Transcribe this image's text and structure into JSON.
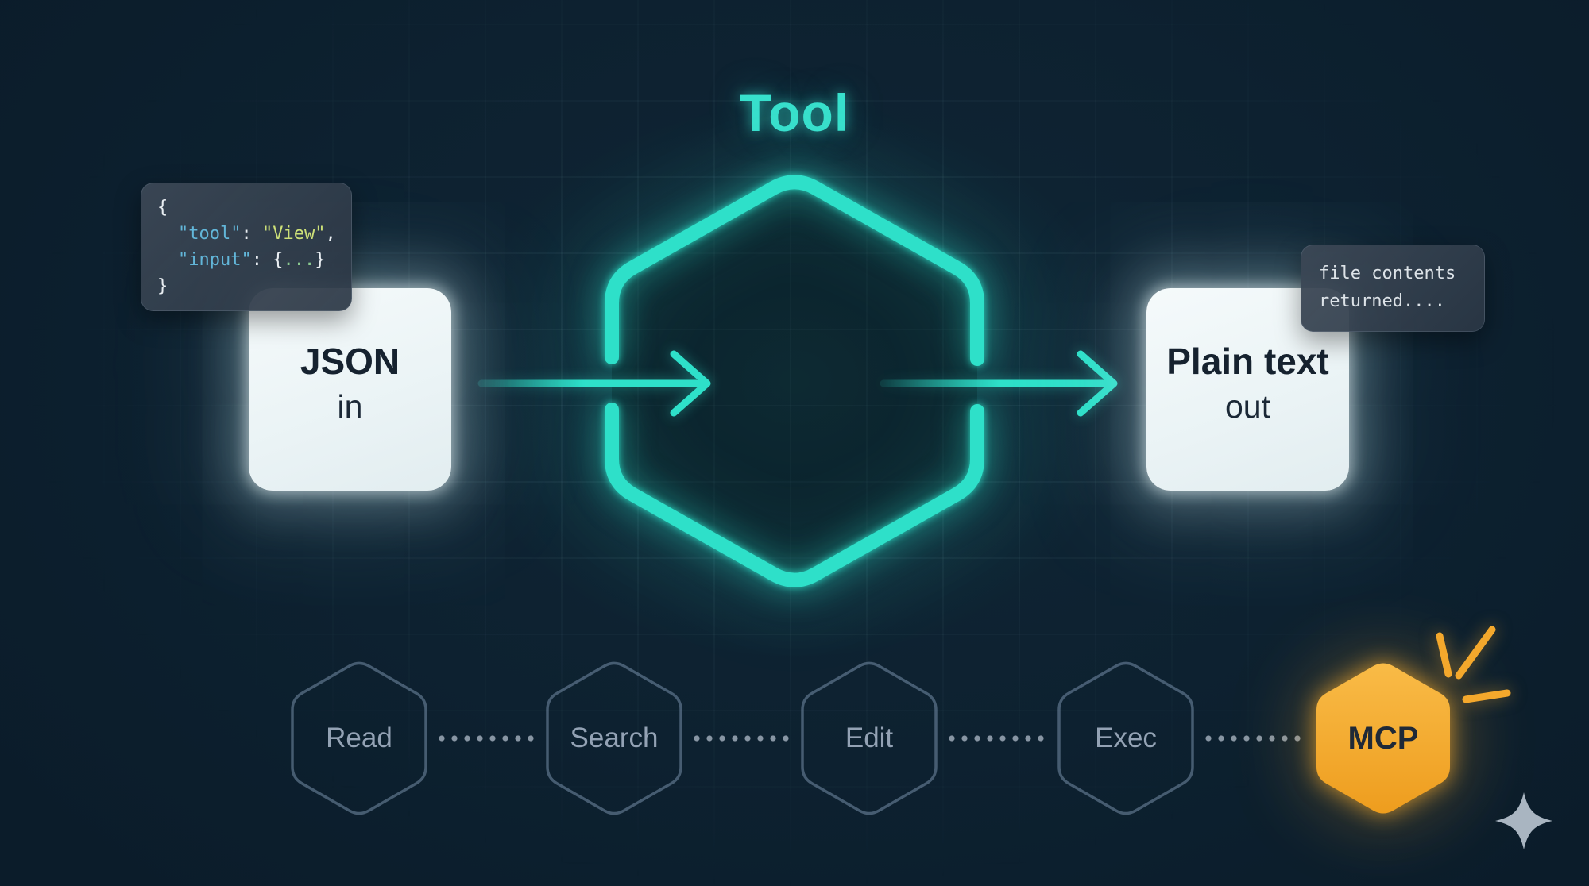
{
  "title": "Tool",
  "input_card": {
    "title": "JSON",
    "subtitle": "in"
  },
  "output_card": {
    "title": "Plain text",
    "subtitle": "out"
  },
  "code_tooltip": {
    "open_brace": "{",
    "tool_key": "\"tool\"",
    "sep": ": ",
    "tool_value": "\"View\"",
    "comma": ",",
    "input_key": "\"input\"",
    "value_open": "{",
    "value_dots": "...",
    "value_close": "}",
    "close_brace": "}"
  },
  "output_tooltip": {
    "line1": "file contents",
    "line2": "returned...."
  },
  "pipeline": {
    "items": [
      {
        "label": "Read",
        "highlighted": false
      },
      {
        "label": "Search",
        "highlighted": false
      },
      {
        "label": "Edit",
        "highlighted": false
      },
      {
        "label": "Exec",
        "highlighted": false
      },
      {
        "label": "MCP",
        "highlighted": true
      }
    ]
  },
  "colors": {
    "background": "#0d2130",
    "accent_teal": "#2ee0c9",
    "accent_amber": "#f4a82c",
    "card_background": "#eef5f7",
    "card_text": "#16222f",
    "code_key": "#62b6d9",
    "code_value": "#cde078",
    "code_dots": "#8ac98f",
    "pipeline_stroke": "#768ea8",
    "pipeline_text": "#93a2b4"
  },
  "icons": {
    "sparkle": "four-point-star",
    "burst": "emphasis-lines"
  }
}
